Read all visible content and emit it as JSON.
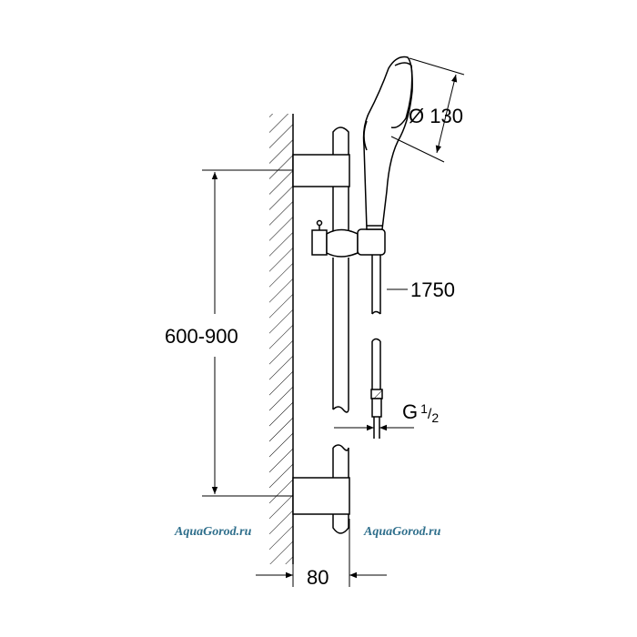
{
  "dimensions": {
    "head_diameter": "Ø 130",
    "hose_length": "1750",
    "thread_base": "G",
    "thread_num": "1",
    "thread_den": "2",
    "rail_span": "600-900",
    "wall_offset": "80"
  },
  "watermarks": [
    "AquaGorod.ru",
    "AquaGorod.ru"
  ]
}
